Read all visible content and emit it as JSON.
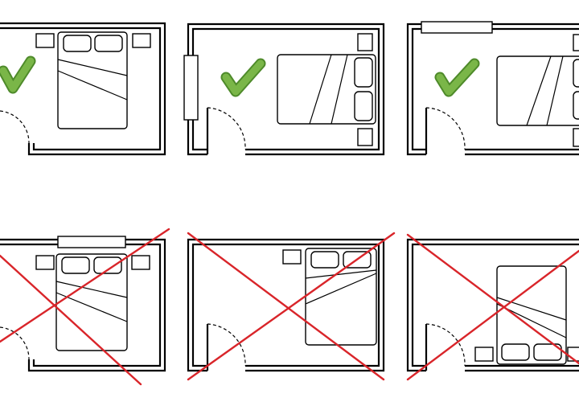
{
  "diagram": {
    "layouts": [
      {
        "id": "layout-1",
        "verdict": "correct"
      },
      {
        "id": "layout-2",
        "verdict": "correct"
      },
      {
        "id": "layout-3",
        "verdict": "correct"
      },
      {
        "id": "layout-4",
        "verdict": "incorrect"
      },
      {
        "id": "layout-5",
        "verdict": "incorrect"
      },
      {
        "id": "layout-6",
        "verdict": "incorrect"
      }
    ]
  },
  "colors": {
    "check_fill": "#7ab648",
    "check_outline": "#4e8a2a",
    "cross": "#d9252a",
    "wall": "#000000",
    "background": "#ffffff"
  },
  "icons": {
    "correct": "check-mark-icon",
    "incorrect": "cross-mark-icon"
  }
}
